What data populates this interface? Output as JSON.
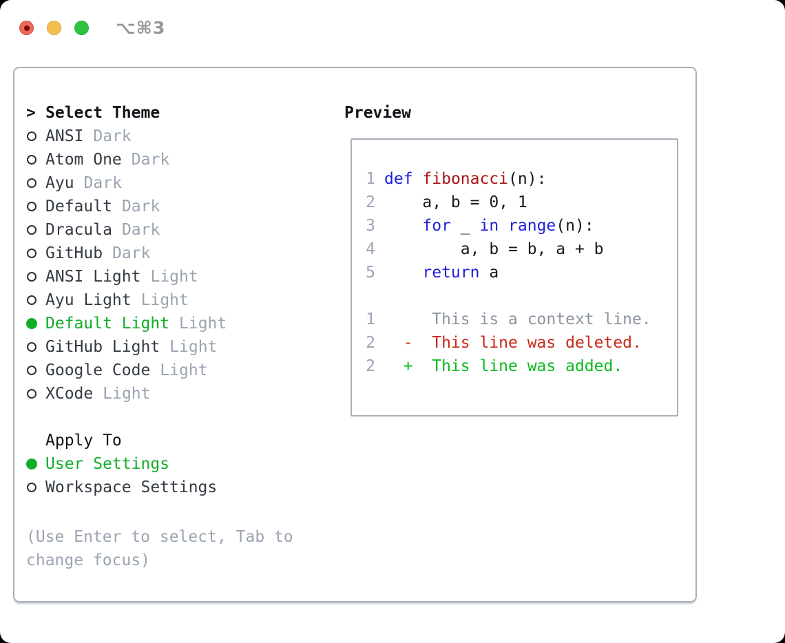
{
  "window": {
    "title": "⌥⌘3"
  },
  "colors": {
    "traffic_red": "#ee6a5e",
    "traffic_red_dot": "#7e0b03",
    "traffic_yellow": "#f5be4e",
    "traffic_green": "#2fc33f",
    "titlebar_text": "#96969b",
    "border_gray": "#a8b0bb",
    "header_black": "#101418",
    "list_text": "#333a42",
    "muted_gray": "#9aa4b1",
    "circle_outline": "#2b3137",
    "accent_green": "#12ad27",
    "line_number_gray": "#9aa5b5",
    "keyword_blue": "#1e1ed8",
    "function_red": "#a81513",
    "plain_code": "#16191d",
    "context_gray": "#8d959f",
    "diff_deleted_red": "#c9291a",
    "diff_added_green": "#0cba20"
  },
  "theme_list": {
    "cursor": ">",
    "title": "Select Theme",
    "items": [
      {
        "name": "ANSI",
        "variant": "Dark",
        "selected": false
      },
      {
        "name": "Atom One",
        "variant": "Dark",
        "selected": false
      },
      {
        "name": "Ayu",
        "variant": "Dark",
        "selected": false
      },
      {
        "name": "Default",
        "variant": "Dark",
        "selected": false
      },
      {
        "name": "Dracula",
        "variant": "Dark",
        "selected": false
      },
      {
        "name": "GitHub",
        "variant": "Dark",
        "selected": false
      },
      {
        "name": "ANSI Light",
        "variant": "Light",
        "selected": false
      },
      {
        "name": "Ayu Light",
        "variant": "Light",
        "selected": false
      },
      {
        "name": "Default Light",
        "variant": "Light",
        "selected": true
      },
      {
        "name": "GitHub Light",
        "variant": "Light",
        "selected": false
      },
      {
        "name": "Google Code",
        "variant": "Light",
        "selected": false
      },
      {
        "name": "XCode",
        "variant": "Light",
        "selected": false
      }
    ]
  },
  "apply_to": {
    "title": "Apply To",
    "options": [
      {
        "label": "User Settings",
        "selected": true
      },
      {
        "label": "Workspace Settings",
        "selected": false
      }
    ]
  },
  "hint": {
    "text": "(Use Enter to select, Tab to change focus)"
  },
  "preview": {
    "title": "Preview",
    "code_lines": [
      {
        "ln": "1",
        "segments": [
          {
            "t": "def",
            "c": "kw"
          },
          {
            "t": " ",
            "c": "pl"
          },
          {
            "t": "fibonacci",
            "c": "fn"
          },
          {
            "t": "(n):",
            "c": "pl"
          }
        ]
      },
      {
        "ln": "2",
        "segments": [
          {
            "t": "    a, b = 0, 1",
            "c": "pl"
          }
        ]
      },
      {
        "ln": "3",
        "segments": [
          {
            "t": "    ",
            "c": "pl"
          },
          {
            "t": "for",
            "c": "kw"
          },
          {
            "t": " _ ",
            "c": "pl"
          },
          {
            "t": "in",
            "c": "kw"
          },
          {
            "t": " ",
            "c": "pl"
          },
          {
            "t": "range",
            "c": "kw"
          },
          {
            "t": "(n):",
            "c": "pl"
          }
        ]
      },
      {
        "ln": "4",
        "segments": [
          {
            "t": "        a, b = b, a + b",
            "c": "pl"
          }
        ]
      },
      {
        "ln": "5",
        "segments": [
          {
            "t": "    ",
            "c": "pl"
          },
          {
            "t": "return",
            "c": "kw"
          },
          {
            "t": " a",
            "c": "pl"
          }
        ]
      },
      {
        "ln": "",
        "segments": []
      },
      {
        "ln": "1",
        "segments": [
          {
            "t": "     This is a context line.",
            "c": "ctx"
          }
        ]
      },
      {
        "ln": "2",
        "segments": [
          {
            "t": "  -  This line was deleted.",
            "c": "del"
          }
        ]
      },
      {
        "ln": "2",
        "segments": [
          {
            "t": "  +  This line was added.",
            "c": "add"
          }
        ]
      }
    ]
  }
}
